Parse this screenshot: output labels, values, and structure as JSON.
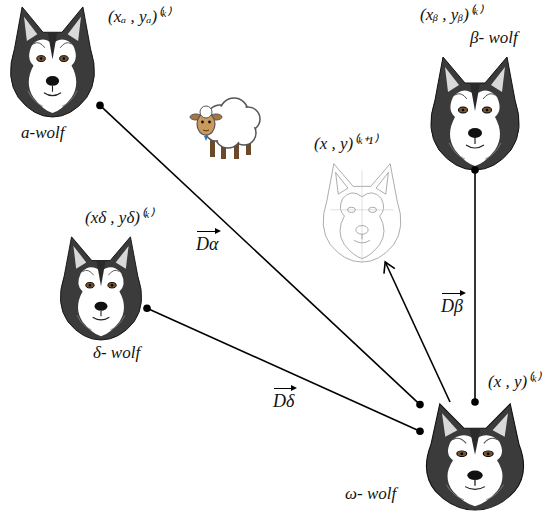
{
  "diagram": {
    "nodes": [
      {
        "text": [
          "(xₐ , yₐ)⁽ᵏ⁾",
          "a-wolf"
        ]
      },
      {
        "text": [
          "(xᵦ , yᵦ)⁽ᵏ⁾",
          "β- wolf"
        ]
      },
      {
        "text": [
          "(x , y)⁽ᵏ⁺¹⁾"
        ]
      },
      {
        "text": [
          "(xδ , yδ)⁽ᵏ⁾",
          "δ- wolf"
        ]
      },
      {
        "text": [
          "(x , y)⁽ᵏ⁾",
          "ω- wolf"
        ]
      }
    ],
    "edges": [
      {
        "from": 0,
        "to": 4,
        "label": "Dα",
        "arrow": "none"
      },
      {
        "from": 1,
        "to": 4,
        "label": "Dβ",
        "arrow": "none"
      },
      {
        "from": 3,
        "to": 4,
        "label": "Dδ",
        "arrow": "none"
      },
      {
        "from": 4,
        "to": 2,
        "arrow": "to"
      }
    ]
  }
}
